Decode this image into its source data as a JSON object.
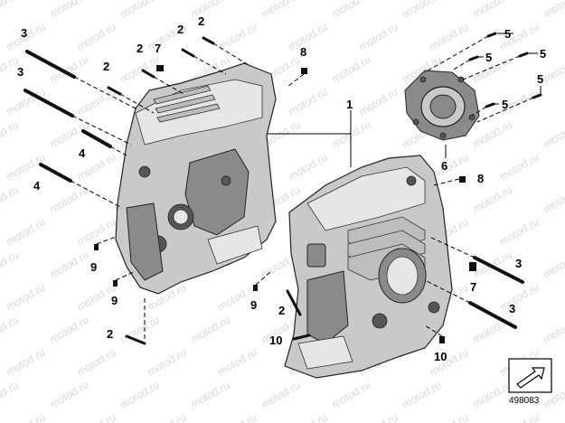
{
  "watermark": "motod.ru",
  "part_labels": {
    "housing": "1",
    "bolt_long": "3",
    "screw_small": "2",
    "screw_medium": "4",
    "cover_screw": "5",
    "cover": "6",
    "plug": "7",
    "sensor_plug": "8",
    "dowel": "9",
    "stud": "10"
  },
  "diagram_code": "498083",
  "callouts": [
    {
      "id": "c3a",
      "text": "3"
    },
    {
      "id": "c3b",
      "text": "3"
    },
    {
      "id": "c2a",
      "text": "2"
    },
    {
      "id": "c2b",
      "text": "2"
    },
    {
      "id": "c2c",
      "text": "2"
    },
    {
      "id": "c2d",
      "text": "2"
    },
    {
      "id": "c7a",
      "text": "7"
    },
    {
      "id": "c8a",
      "text": "8"
    },
    {
      "id": "c4a",
      "text": "4"
    },
    {
      "id": "c4b",
      "text": "4"
    },
    {
      "id": "c1",
      "text": "1"
    },
    {
      "id": "c5a",
      "text": "5"
    },
    {
      "id": "c5b",
      "text": "5"
    },
    {
      "id": "c5c",
      "text": "5"
    },
    {
      "id": "c5d",
      "text": "5"
    },
    {
      "id": "c5e",
      "text": "5"
    },
    {
      "id": "c6",
      "text": "6"
    },
    {
      "id": "c8b",
      "text": "8"
    },
    {
      "id": "c9a",
      "text": "9"
    },
    {
      "id": "c9b",
      "text": "9"
    },
    {
      "id": "c9c",
      "text": "9"
    },
    {
      "id": "c2e",
      "text": "2"
    },
    {
      "id": "c2f",
      "text": "2"
    },
    {
      "id": "c10a",
      "text": "10"
    },
    {
      "id": "c10b",
      "text": "10"
    },
    {
      "id": "c3c",
      "text": "3"
    },
    {
      "id": "c3d",
      "text": "3"
    },
    {
      "id": "c7b",
      "text": "7"
    }
  ]
}
